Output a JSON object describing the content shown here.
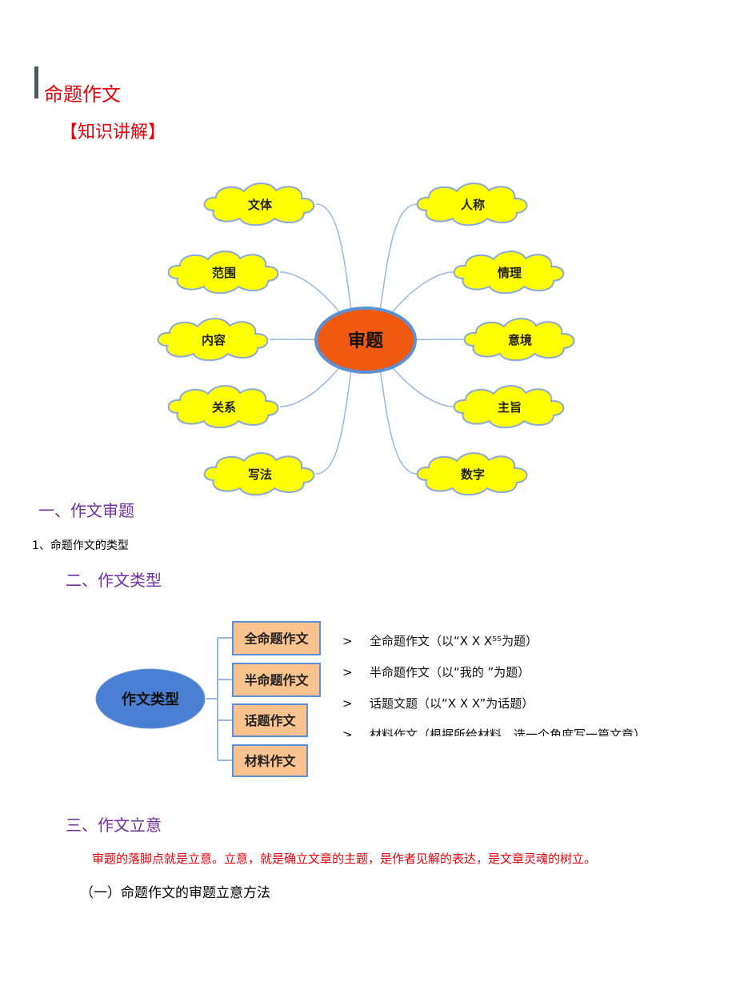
{
  "title": "命题作文",
  "subtitle": "【知识讲解】",
  "mindmap": {
    "center": "审题",
    "left": [
      "文体",
      "范围",
      "内容",
      "关系",
      "写法"
    ],
    "right": [
      "人称",
      "情理",
      "意境",
      "主旨",
      "数字"
    ],
    "colors": {
      "cloud": "#ffff00",
      "cloud_border": "#8aa8d8",
      "center": "#f05a10",
      "center_border": "#5b8fd6",
      "line": "#9bb6df"
    }
  },
  "section1": "一、作文审题",
  "item1": "1、命题作文的类型",
  "section2": "二、作文类型",
  "types": {
    "center": "作文类型",
    "boxes": [
      "全命题作文",
      "半命题作文",
      "话题作文",
      "材料作文"
    ],
    "bullets": [
      "全命题作文（以“X X X⁵⁵为题）",
      "半命题作文（以“我的 ”为题）",
      "话题文题（以“X X X”为话题）",
      "材料作文（根据所给材料，选一个角度写一篇文章）"
    ],
    "bullet_icon": "chevron-right-icon",
    "colors": {
      "ellipse": "#4a7fd4",
      "box": "#f9c28f",
      "box_border": "#5b8fd6"
    }
  },
  "section3": "三、作文立意",
  "paragraph": "审题的落脚点就是立意。立意，就是确立文章的主题，是作者见解的表达，是文章灵魂的树立。",
  "subsection": "（一）命题作文的审题立意方法"
}
